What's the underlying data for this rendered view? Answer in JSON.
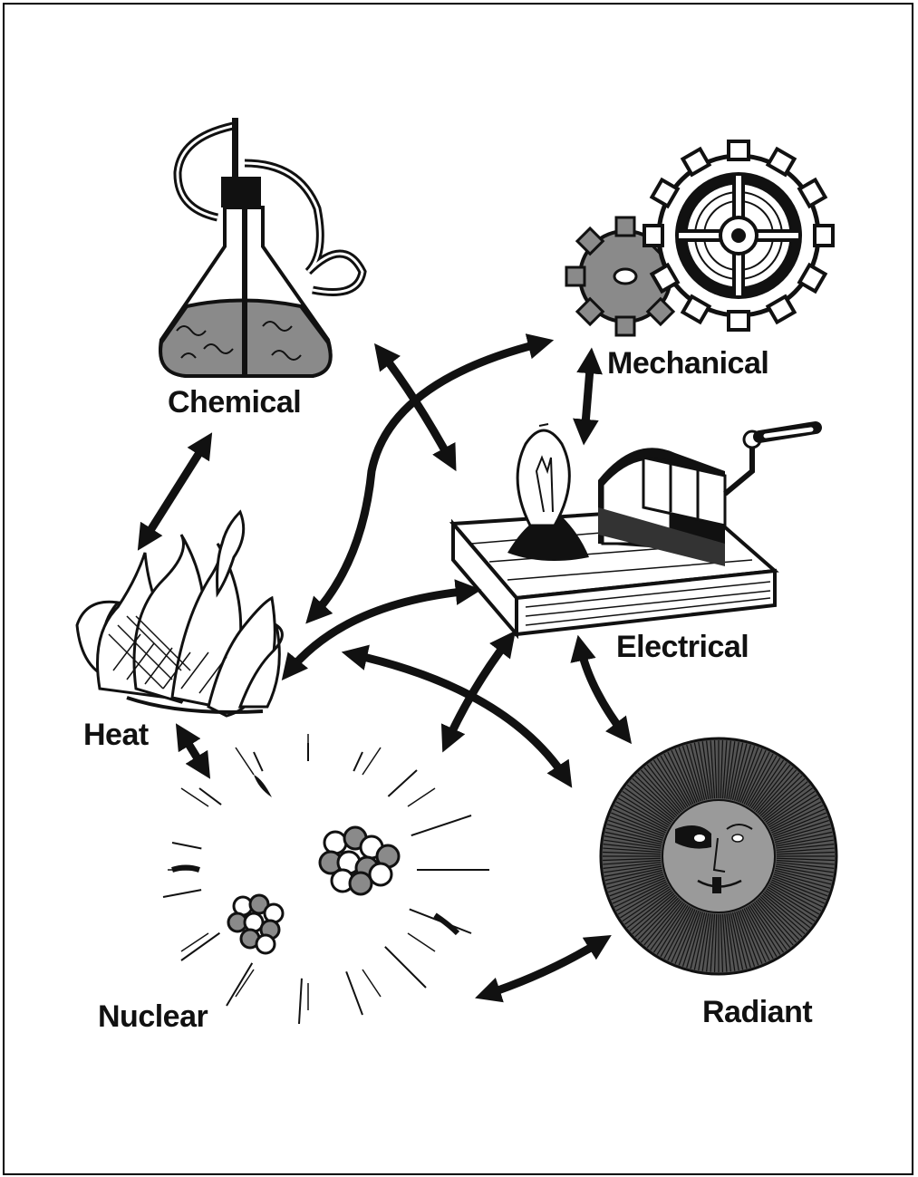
{
  "diagram": {
    "nodes": [
      {
        "id": "chemical",
        "label": "Chemical",
        "icon": "flask-icon"
      },
      {
        "id": "mechanical",
        "label": "Mechanical",
        "icon": "gears-icon"
      },
      {
        "id": "electrical",
        "label": "Electrical",
        "icon": "generator-bulb-icon"
      },
      {
        "id": "heat",
        "label": "Heat",
        "icon": "fire-icon"
      },
      {
        "id": "nuclear",
        "label": "Nuclear",
        "icon": "atom-split-icon"
      },
      {
        "id": "radiant",
        "label": "Radiant",
        "icon": "sun-icon"
      }
    ],
    "edges": [
      [
        "heat",
        "chemical"
      ],
      [
        "chemical",
        "electrical"
      ],
      [
        "heat",
        "mechanical"
      ],
      [
        "mechanical",
        "electrical"
      ],
      [
        "heat",
        "electrical"
      ],
      [
        "heat",
        "radiant"
      ],
      [
        "nuclear",
        "electrical"
      ],
      [
        "electrical",
        "radiant"
      ],
      [
        "heat",
        "nuclear"
      ],
      [
        "nuclear",
        "radiant"
      ]
    ],
    "colors": {
      "ink": "#111111",
      "fill_gray": "#8a8a8a",
      "sun_face": "#9a9a9a"
    }
  }
}
